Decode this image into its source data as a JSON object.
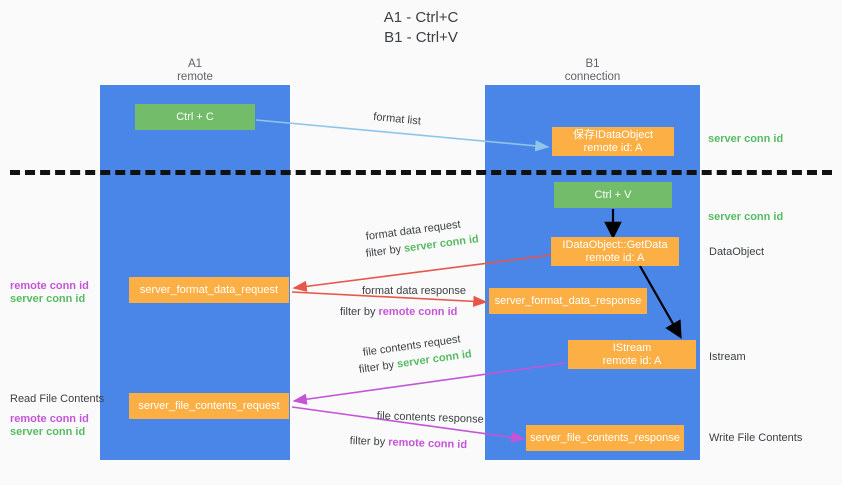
{
  "title": {
    "line1": "A1 - Ctrl+C",
    "line2": "B1 - Ctrl+V"
  },
  "columns": [
    {
      "name": "A1",
      "sub": "remote"
    },
    {
      "name": "B1",
      "sub": "connection"
    }
  ],
  "boxes": {
    "ctrl_c": {
      "line1": "Ctrl + C"
    },
    "save_idataobject": {
      "line1": "保存IDataObject",
      "line2": "remote id: A"
    },
    "ctrl_v": {
      "line1": "Ctrl + V"
    },
    "idataobject_getdata": {
      "line1": "IDataObject::GetData",
      "line2": "remote id: A"
    },
    "server_format_data_request": {
      "line1": "server_format_data_request"
    },
    "server_format_data_response": {
      "line1": "server_format_data_response"
    },
    "istream": {
      "line1": "IStream",
      "line2": "remote id: A"
    },
    "server_file_contents_request": {
      "line1": "server_file_contents_request"
    },
    "server_file_contents_response": {
      "line1": "server_file_contents_response"
    }
  },
  "right_labels": {
    "server_conn_id_top": "server conn id",
    "server_conn_id_mid": "server conn id",
    "dataobject": "DataObject",
    "istream": "Istream",
    "write_file_contents": "Write File Contents"
  },
  "left_labels": {
    "remote_conn_id_1": "remote conn id",
    "server_conn_id_1": "server conn id",
    "read_file_contents": "Read File Contents",
    "remote_conn_id_2": "remote conn id",
    "server_conn_id_2": "server conn id"
  },
  "edges": {
    "format_list": "format list",
    "format_data_request": "format data request",
    "format_data_request_filter_prefix": "filter by ",
    "format_data_request_filter_value": "server conn id",
    "format_data_response": "format data response",
    "format_data_response_filter_prefix": "filter by ",
    "format_data_response_filter_value": "remote conn id",
    "file_contents_request": "file contents request",
    "file_contents_request_filter_prefix": "filter by ",
    "file_contents_request_filter_value": "server conn id",
    "file_contents_response": "file contents response",
    "file_contents_response_filter_prefix": "filter by ",
    "file_contents_response_filter_value": "remote conn id"
  },
  "colors": {
    "lane": "#4a86e8",
    "green_box": "#73bd6a",
    "orange_box": "#fcaf45",
    "green_text": "#57bb63",
    "magenta_text": "#c455d6",
    "arrow_light_blue": "#8ec5ea",
    "arrow_red": "#e8564a",
    "arrow_magenta": "#c455d6",
    "arrow_black": "#000000",
    "divider": "#111111"
  }
}
